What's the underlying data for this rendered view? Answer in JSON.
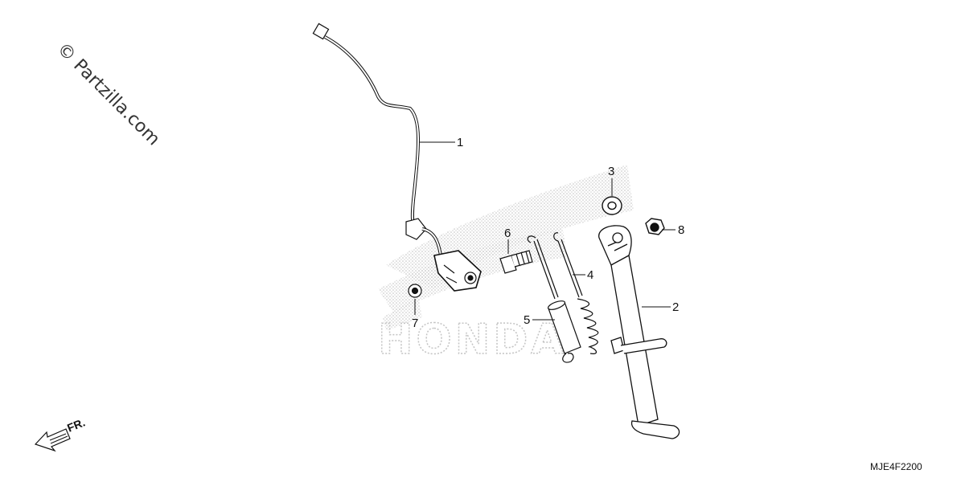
{
  "watermark": "© Partzilla.com",
  "diagram_code": "MJE4F2200",
  "direction_label": "FR.",
  "background_logo_text": "HONDA",
  "callouts": [
    "1",
    "2",
    "3",
    "4",
    "5",
    "6",
    "7",
    "8"
  ]
}
